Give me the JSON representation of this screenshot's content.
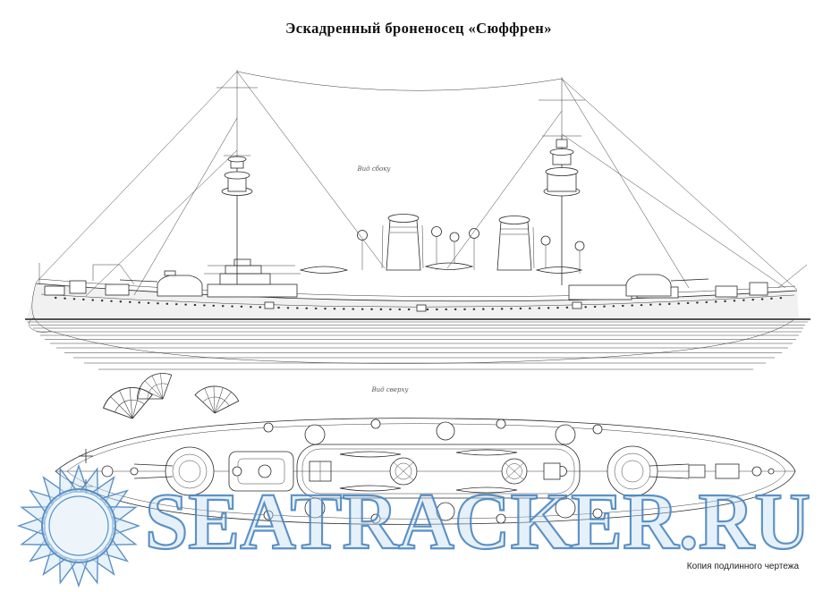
{
  "page": {
    "title": "Эскадренный броненосец «Сюффрен»",
    "caption": "Копия подлинного чертежа",
    "side_view_label": "Вид сбоку",
    "plan_view_label": "Вид сверху",
    "watermark": {
      "text": "SEATRACKER.RU",
      "outline_color": "#4a86c0",
      "fill_color": "#c3dbf0"
    },
    "colors": {
      "background": "#ffffff",
      "ink": "#2a2a2a"
    }
  }
}
